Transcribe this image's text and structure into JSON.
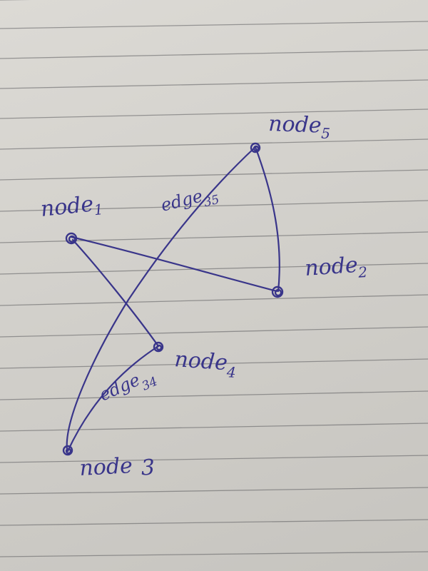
{
  "diagram": {
    "ink_color": "#39358a",
    "paper_color": "#d6d4cf",
    "rule_color": "#5b5b5e",
    "nodes": [
      {
        "id": "node1",
        "label": "node",
        "subscript": "1"
      },
      {
        "id": "node2",
        "label": "node",
        "subscript": "2"
      },
      {
        "id": "node3",
        "label": "node",
        "subscript": "3"
      },
      {
        "id": "node4",
        "label": "node",
        "subscript": "4"
      },
      {
        "id": "node5",
        "label": "node",
        "subscript": "5"
      }
    ],
    "edges": [
      {
        "from": "node1",
        "to": "node2",
        "label": "",
        "subscript": ""
      },
      {
        "from": "node1",
        "to": "node4",
        "label": "",
        "subscript": ""
      },
      {
        "from": "node5",
        "to": "node2",
        "label": "",
        "subscript": ""
      },
      {
        "from": "node3",
        "to": "node5",
        "label": "edge",
        "subscript": "35"
      },
      {
        "from": "node3",
        "to": "node4",
        "label": "edge",
        "subscript": "34"
      }
    ]
  }
}
